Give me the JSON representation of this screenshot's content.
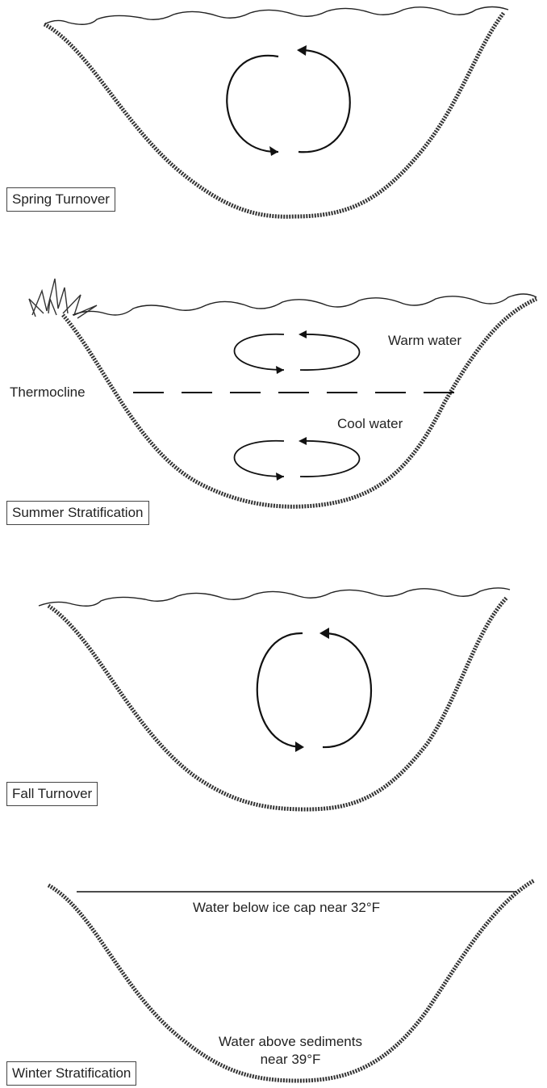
{
  "panels": [
    {
      "id": "spring",
      "caption": "Spring Turnover"
    },
    {
      "id": "summer",
      "caption": "Summer Stratification",
      "labels": {
        "warm": "Warm water",
        "cool": "Cool water",
        "thermocline": "Thermocline"
      }
    },
    {
      "id": "fall",
      "caption": "Fall Turnover"
    },
    {
      "id": "winter",
      "caption": "Winter Stratification",
      "labels": {
        "ice": "Water below ice cap near 32°F",
        "sediment_line1": "Water above sediments",
        "sediment_line2": "near 39°F"
      }
    }
  ]
}
